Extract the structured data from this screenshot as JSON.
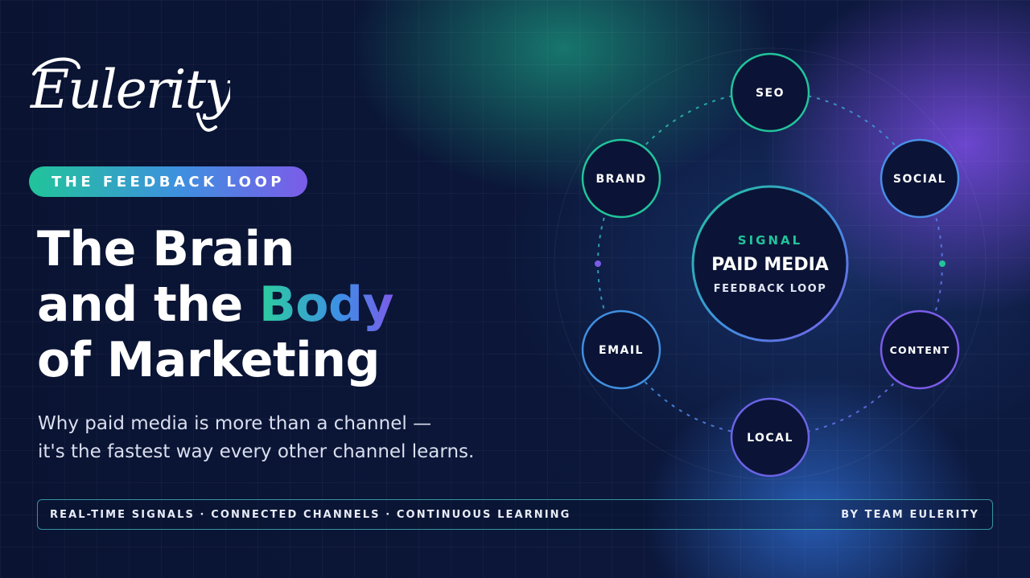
{
  "brand": {
    "logo_text": "Eulerity"
  },
  "badge": {
    "label": "THE FEEDBACK LOOP"
  },
  "headline": {
    "line1": "The Brain",
    "line2_prefix": "and the ",
    "line2_highlight": "Body",
    "line3": "of Marketing"
  },
  "subheadline": {
    "line1": "Why paid media is more than a channel —",
    "line2": "it's the fastest way every other channel learns."
  },
  "diagram": {
    "center": {
      "kicker": "SIGNAL",
      "title": "PAID MEDIA",
      "subtitle": "FEEDBACK LOOP"
    },
    "nodes": [
      {
        "id": "seo",
        "label": "SEO"
      },
      {
        "id": "social",
        "label": "SOCIAL"
      },
      {
        "id": "content",
        "label": "CONTENT"
      },
      {
        "id": "local",
        "label": "LOCAL"
      },
      {
        "id": "email",
        "label": "EMAIL"
      },
      {
        "id": "brand",
        "label": "BRAND"
      }
    ]
  },
  "footer": {
    "tagline": "REAL-TIME SIGNALS · CONNECTED CHANNELS · CONTINUOUS LEARNING",
    "byline": "BY TEAM EULERITY"
  },
  "colors": {
    "background": "#0a1332",
    "teal": "#21c49a",
    "blue": "#3f8fe0",
    "purple": "#7b5ce8",
    "node_fill": "#0b1436"
  }
}
